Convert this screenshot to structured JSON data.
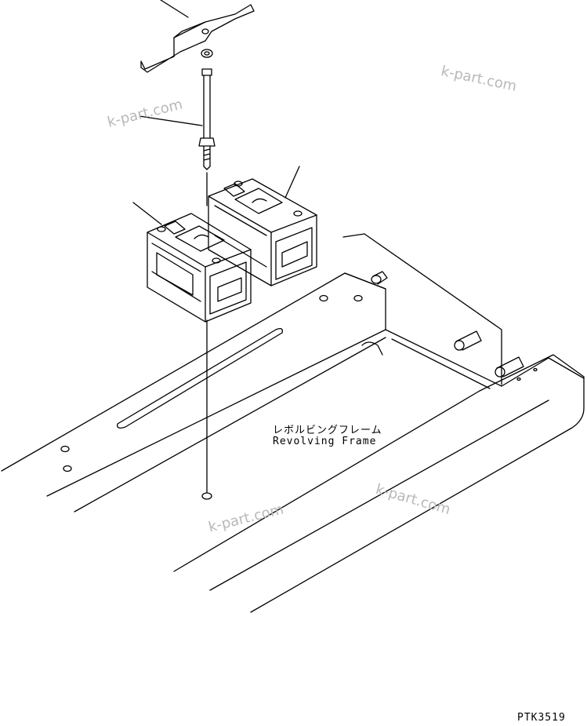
{
  "labels": {
    "frame_jp": "レボルビングフレーム",
    "frame_en": "Revolving Frame",
    "drawing_no": "PTK3519"
  },
  "watermark": "k-part.com",
  "colors": {
    "line": "#000000",
    "watermark": "#b8b8b8",
    "background": "#ffffff"
  }
}
